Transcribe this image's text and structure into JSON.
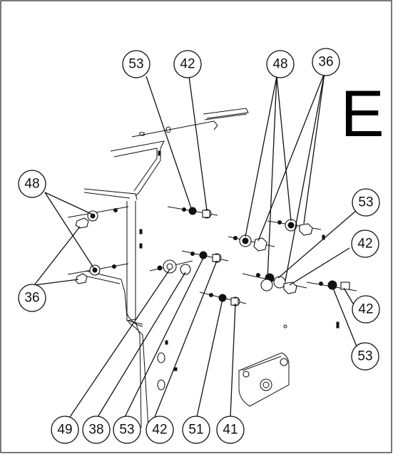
{
  "section_letter": "E",
  "callouts": [
    "53",
    "42",
    "48",
    "36",
    "48",
    "53",
    "42",
    "36",
    "42",
    "53",
    "49",
    "38",
    "53",
    "42",
    "51",
    "41"
  ]
}
